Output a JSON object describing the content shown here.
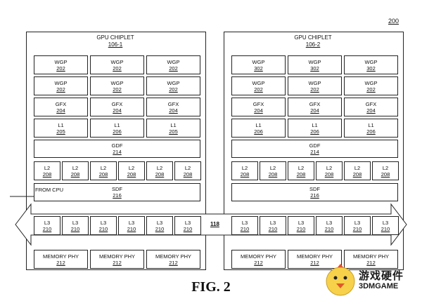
{
  "figure": {
    "ref": "200",
    "caption": "FIG. 2",
    "bus_ref": "118",
    "from_cpu": "FROM CPU"
  },
  "chiplets": [
    {
      "title": "GPU CHIPLET",
      "ref": "106-1",
      "wgp": [
        [
          "WGP",
          "202"
        ],
        [
          "WGP",
          "202"
        ],
        [
          "WGP",
          "202"
        ],
        [
          "WGP",
          "202"
        ],
        [
          "WGP",
          "202"
        ],
        [
          "WGP",
          "202"
        ]
      ],
      "gfx": [
        [
          "GFX",
          "204"
        ],
        [
          "GFX",
          "204"
        ],
        [
          "GFX",
          "204"
        ]
      ],
      "l1": [
        [
          "L1",
          "205"
        ],
        [
          "L1",
          "206"
        ],
        [
          "L1",
          "205"
        ]
      ],
      "gdf": [
        "GDF",
        "214"
      ],
      "l2": [
        [
          "L2",
          "208"
        ],
        [
          "L2",
          "208"
        ],
        [
          "L2",
          "208"
        ],
        [
          "L2",
          "208"
        ],
        [
          "L2",
          "208"
        ],
        [
          "L2",
          "208"
        ]
      ],
      "sdf": [
        "SDF",
        "216"
      ],
      "l3": [
        [
          "L3",
          "210"
        ],
        [
          "L3",
          "210"
        ],
        [
          "L3",
          "210"
        ],
        [
          "L3",
          "210"
        ],
        [
          "L3",
          "210"
        ],
        [
          "L3",
          "210"
        ]
      ],
      "phy": [
        [
          "MEMORY PHY",
          "212"
        ],
        [
          "MEMORY PHY",
          "212"
        ],
        [
          "MEMORY PHY",
          "212"
        ]
      ]
    },
    {
      "title": "GPU CHIPLET",
      "ref": "106-2",
      "wgp": [
        [
          "WGP",
          "302"
        ],
        [
          "WGP",
          "302"
        ],
        [
          "WGP",
          "302"
        ],
        [
          "WGP",
          "202"
        ],
        [
          "WGP",
          "202"
        ],
        [
          "WGP",
          "202"
        ]
      ],
      "gfx": [
        [
          "GFX",
          "204"
        ],
        [
          "GFX",
          "204"
        ],
        [
          "GFX",
          "204"
        ]
      ],
      "l1": [
        [
          "L1",
          "206"
        ],
        [
          "L1",
          "206"
        ],
        [
          "L1",
          "206"
        ]
      ],
      "gdf": [
        "GDF",
        "214"
      ],
      "l2": [
        [
          "L2",
          "208"
        ],
        [
          "L2",
          "208"
        ],
        [
          "L2",
          "208"
        ],
        [
          "L2",
          "208"
        ],
        [
          "L2",
          "208"
        ],
        [
          "L2",
          "208"
        ]
      ],
      "sdf": [
        "SDF",
        "216"
      ],
      "l3": [
        [
          "L3",
          "210"
        ],
        [
          "L3",
          "210"
        ],
        [
          "L3",
          "210"
        ],
        [
          "L3",
          "210"
        ],
        [
          "L3",
          "210"
        ],
        [
          "L3",
          "210"
        ]
      ],
      "phy": [
        [
          "MEMORY PHY",
          "212"
        ],
        [
          "MEMORY PHY",
          "212"
        ],
        [
          "MEMORY PHY",
          "212"
        ]
      ]
    }
  ],
  "watermark": {
    "line1": "游戏硬件",
    "line2": "3DMGAME"
  }
}
